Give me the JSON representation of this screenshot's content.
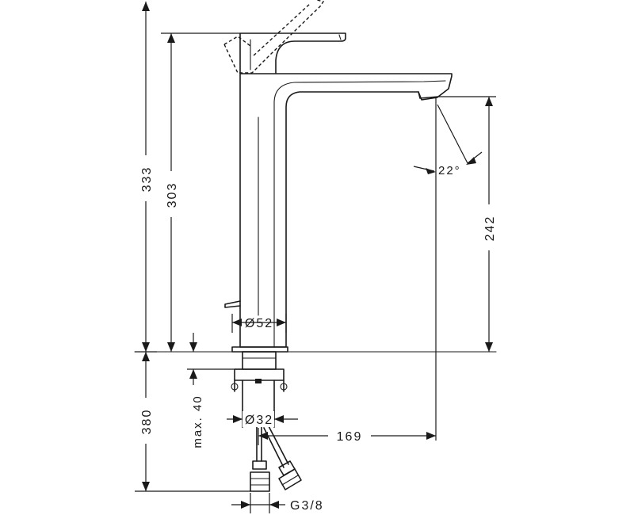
{
  "dimensions": {
    "total_height": "333",
    "body_height": "303",
    "spout_height": "242",
    "spout_reach": "169",
    "spout_angle": "22°",
    "body_diameter": "Ø52",
    "below_counter": "380",
    "shank_diameter": "Ø32",
    "counter_thickness": "max. 40",
    "connection_thread": "G3/8"
  }
}
